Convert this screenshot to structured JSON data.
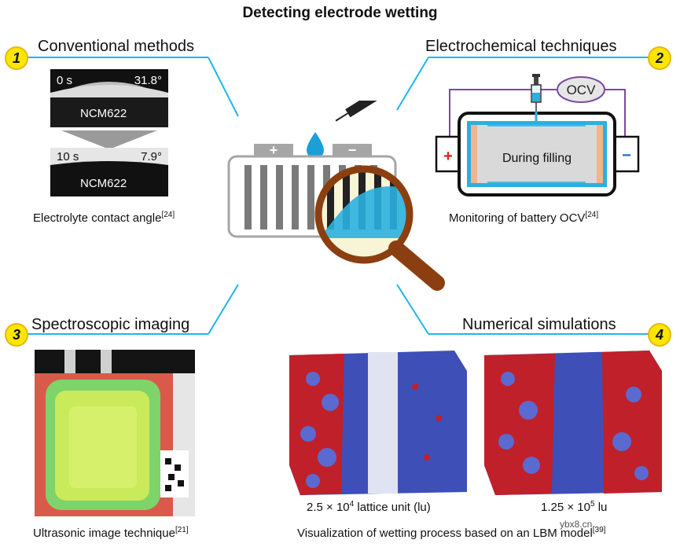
{
  "title": "Detecting electrode wetting",
  "panels": {
    "p1": {
      "number": "1",
      "heading": "Conventional methods",
      "img_top": {
        "time": "0 s",
        "angle": "31.8°",
        "label": "NCM622"
      },
      "img_bottom": {
        "time": "10 s",
        "angle": "7.9°",
        "label": "NCM622"
      },
      "caption": "Electrolyte contact angle",
      "ref": "[24]"
    },
    "p2": {
      "number": "2",
      "heading": "Electrochemical  techniques",
      "ocv_label": "OCV",
      "cell_label": "During filling",
      "plus": "+",
      "minus": "−",
      "caption": "Monitoring of battery OCV",
      "ref": "[24]"
    },
    "p3": {
      "number": "3",
      "heading": "Spectroscopic imaging",
      "caption": "Ultrasonic image technique",
      "ref": "[21]"
    },
    "p4": {
      "number": "4",
      "heading": "Numerical simulations",
      "sim_left": {
        "text": "2.5 × 10",
        "exp": "4",
        "tail": " lattice unit (lu)"
      },
      "sim_right": {
        "text": "1.25 × 10",
        "exp": "5",
        "tail": " lu"
      },
      "caption": "Visualization of wetting process based on an LBM model",
      "ref": "[39]"
    }
  },
  "center": {
    "plus": "+",
    "minus": "−"
  },
  "watermark": "ybx8.cn",
  "colors": {
    "badge": "#ffe600",
    "connector": "#1fb6e8",
    "electrolyte": "#2ab0e0",
    "magnifier": "#8b3f10",
    "wire": "#7a4aa0",
    "sim_red": "#c0202a",
    "sim_blue": "#3f4fb8"
  }
}
